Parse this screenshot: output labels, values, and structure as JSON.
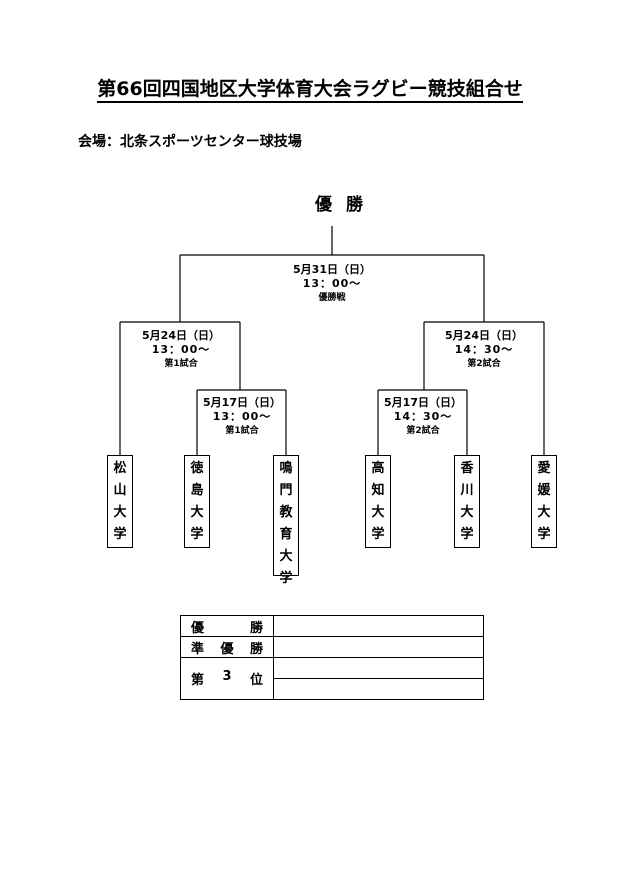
{
  "title": "第66回四国地区大学体育大会ラグビー競技組合せ",
  "venue": "会場：北条スポーツセンター球技場",
  "champion_label": "優勝",
  "final": {
    "date": "5月31日（日）",
    "time": "13：00～",
    "name": "優勝戦"
  },
  "semi1": {
    "date": "5月24日（日）",
    "time": "13：00～",
    "name": "第1試合"
  },
  "semi2": {
    "date": "5月24日（日）",
    "time": "14：30～",
    "name": "第2試合"
  },
  "qf1": {
    "date": "5月17日（日）",
    "time": "13：00～",
    "name": "第1試合"
  },
  "qf2": {
    "date": "5月17日（日）",
    "time": "14：30～",
    "name": "第2試合"
  },
  "teams": [
    "松山大学",
    "徳島大学",
    "鳴門教育大学",
    "高知大学",
    "香川大学",
    "愛媛大学"
  ],
  "results": {
    "winner": [
      "優",
      "勝"
    ],
    "runner_up": [
      "準",
      "優",
      "勝"
    ],
    "third": [
      "第",
      "3",
      "位"
    ]
  }
}
